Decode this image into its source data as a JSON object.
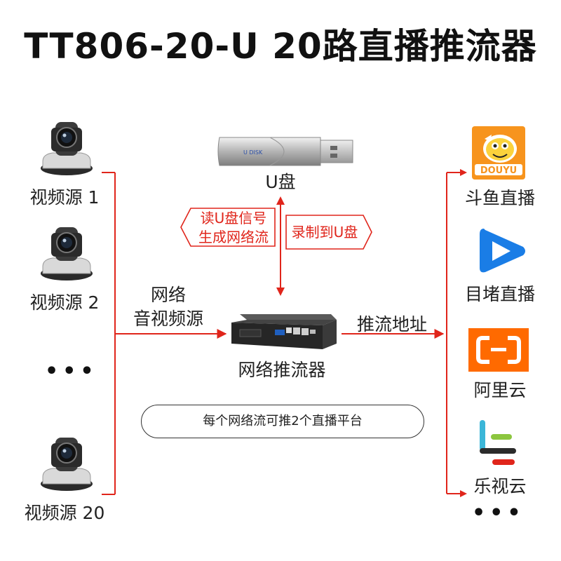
{
  "title": "TT806-20-U  20路直播推流器",
  "usb": {
    "label": "U盘",
    "disk_text": "U DISK"
  },
  "sources": [
    {
      "label": "视频源 1"
    },
    {
      "label": "视频源 2"
    },
    {
      "label": "视频源 20"
    }
  ],
  "sources_ellipsis": "•••",
  "input_label": {
    "line1": "网络",
    "line2": "音视频源"
  },
  "device_label": "网络推流器",
  "usb_read": {
    "line1": "读U盘信号",
    "line2": "生成网络流"
  },
  "usb_record": "录制到U盘",
  "output_label": "推流地址",
  "note": "每个网络流可推2个直播平台",
  "platforms": [
    {
      "label": "斗鱼直播",
      "logo": "douyu-logo",
      "logo_text": "DOUYU"
    },
    {
      "label": "目堵直播",
      "logo": "play-triangle-logo"
    },
    {
      "label": "阿里云",
      "logo": "aliyun-logo"
    },
    {
      "label": "乐视云",
      "logo": "letv-logo"
    }
  ],
  "platforms_ellipsis": "•••",
  "colors": {
    "red": "#e0251b",
    "aliyun": "#ff6a00",
    "play_blue": "#1a7de6",
    "douyu_orange": "#f7941d"
  }
}
